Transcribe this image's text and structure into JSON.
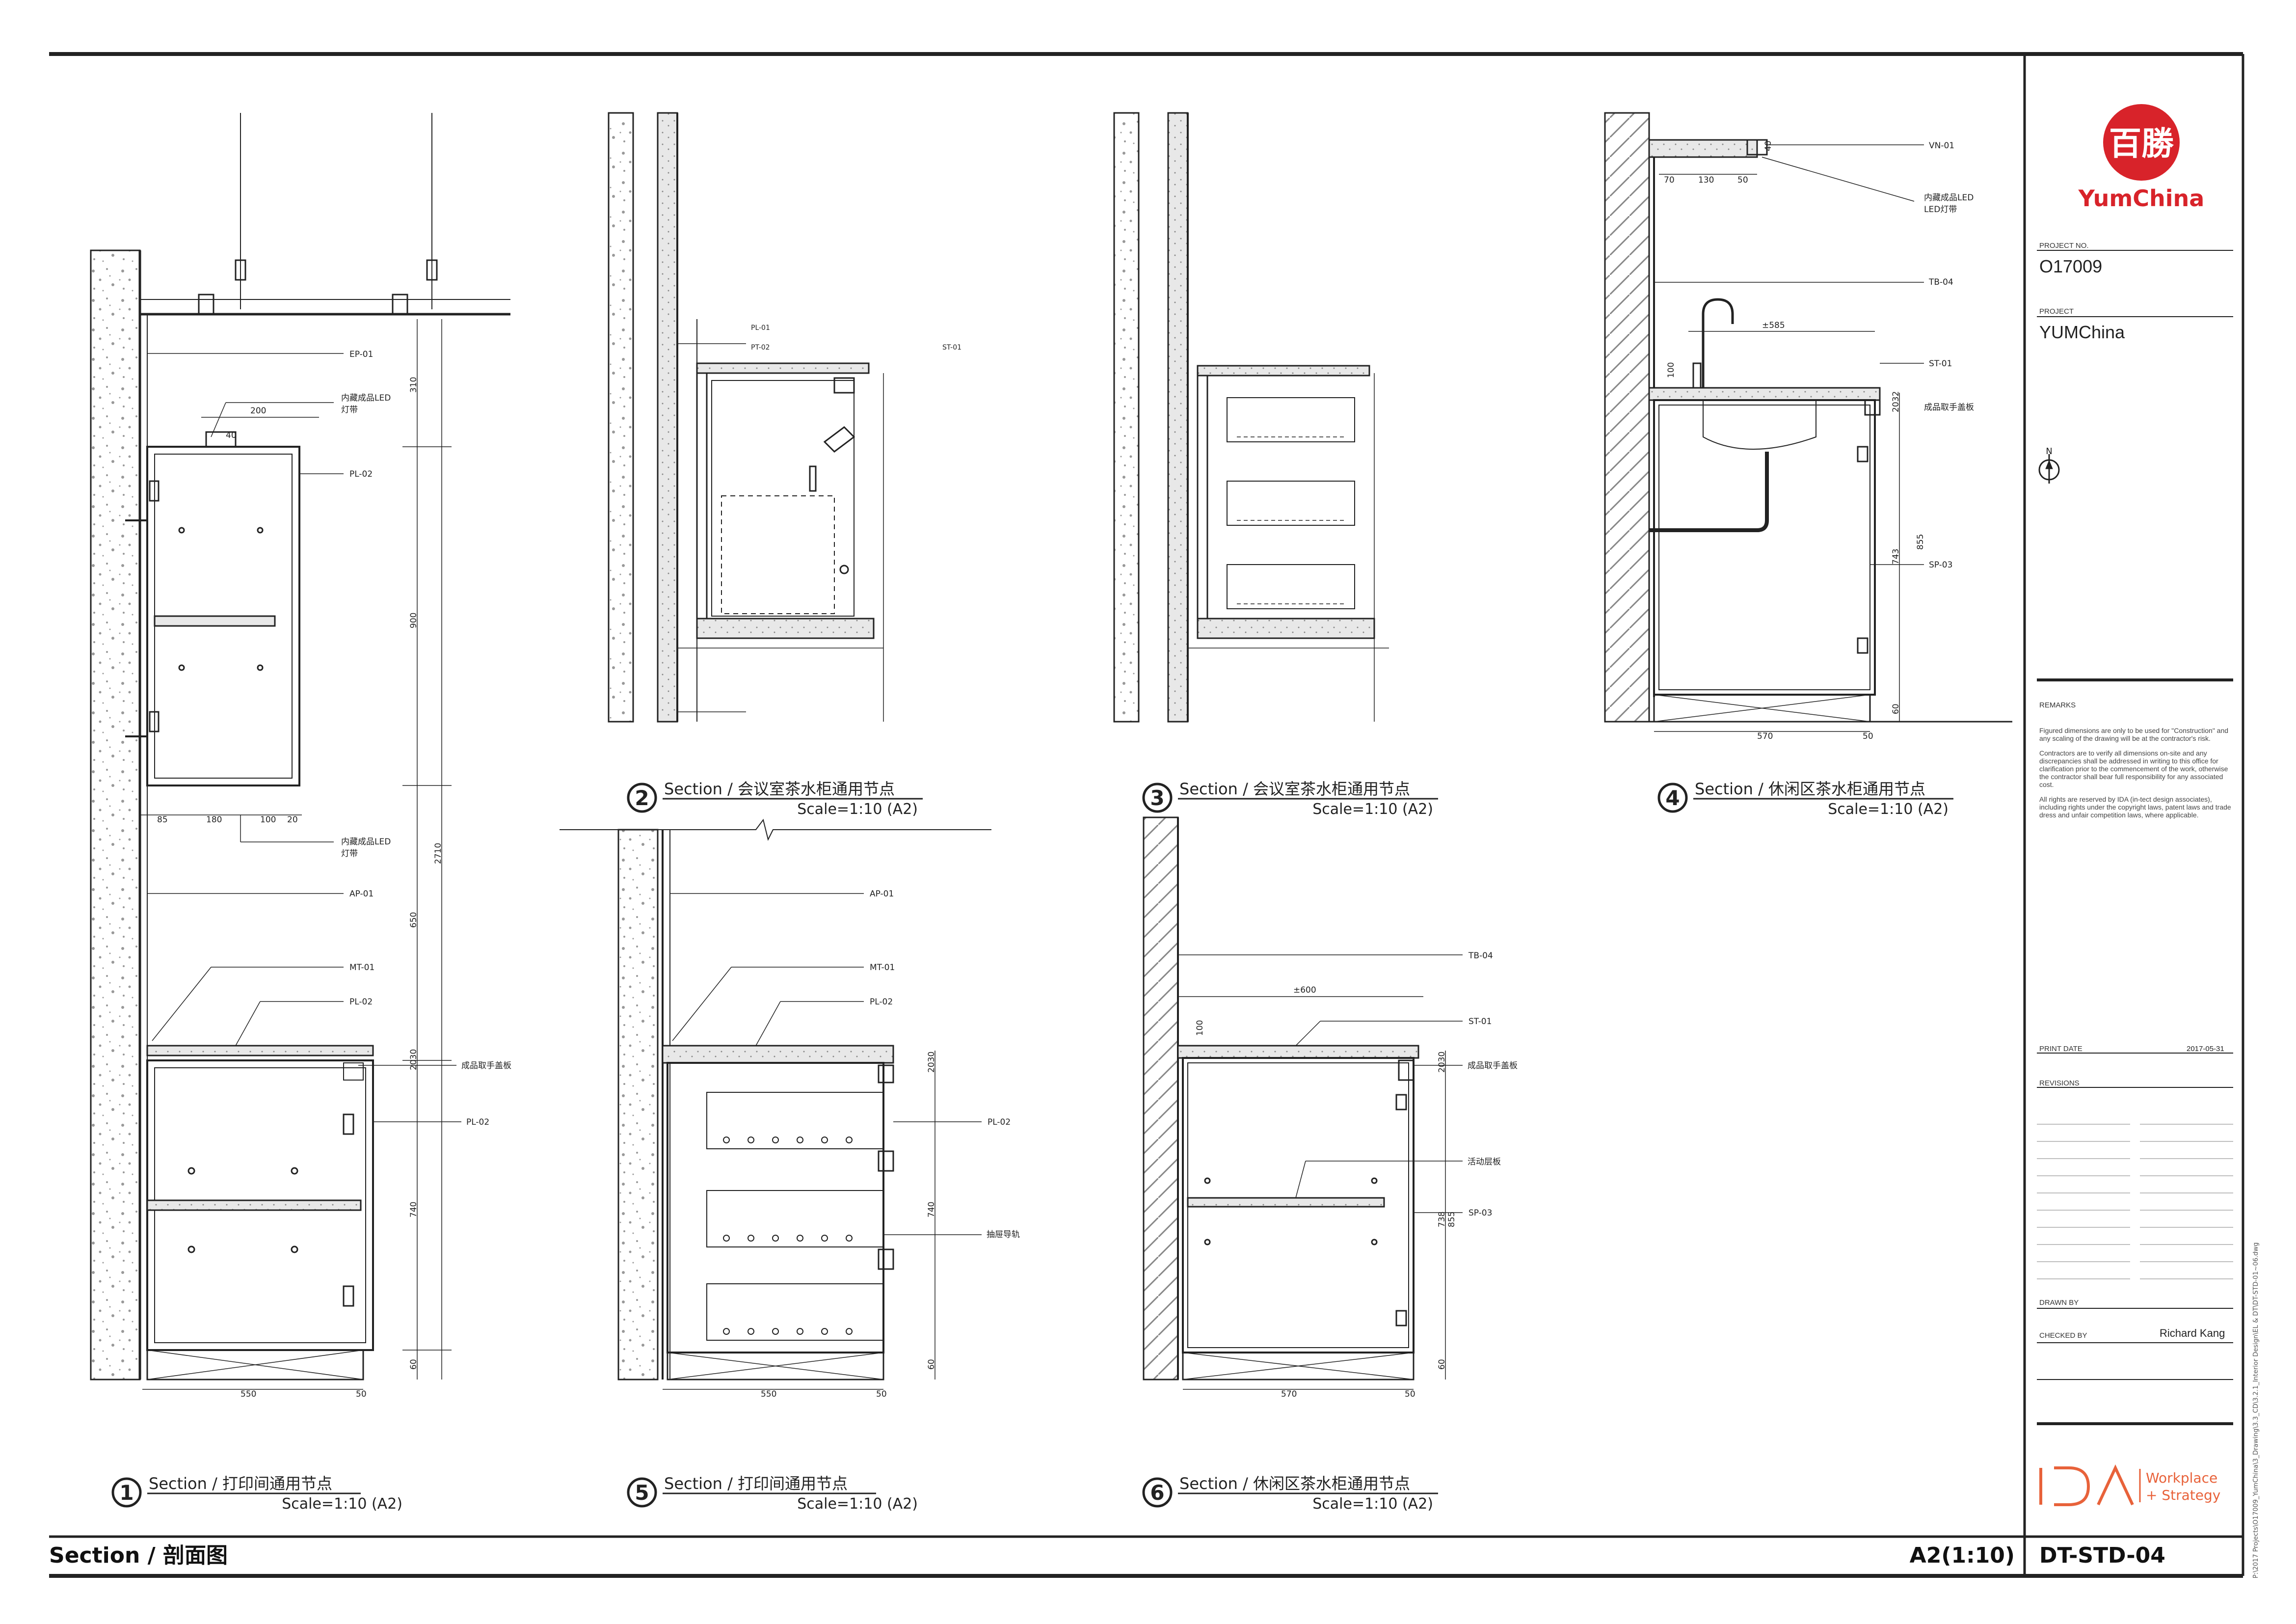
{
  "sheet": {
    "title": "Section / 剖面图",
    "scale": "A2(1:10)",
    "number": "DT-STD-04",
    "file_path": "P:\\2017 Projects\\O17009_YumChina\\3_Drawing\\3.3_CD\\3.2.1_Interior Design\\EL & DT\\DT-STD-01~06.dwg"
  },
  "title_block": {
    "client_logo_chars": "百勝",
    "client_logo_text": "YumChina",
    "project_no_label": "PROJECT NO.",
    "project_no": "O17009",
    "project_label": "PROJECT",
    "project": "YUMChina",
    "north": "N",
    "remarks_label": "REMARKS",
    "remarks": [
      "Figured dimensions are only to be used for \"Construction\" and any scaling of the drawing will be at the contractor's risk.",
      "Contractors are to verify all dimensions on-site and any discrepancies shall be addressed in writing to this office for clarification prior to the commencement of the work, otherwise the contractor shall bear full responsibility for any associated cost.",
      "All rights are reserved by IDA (in-tect design associates), including rights under the copyright laws, patent laws and trade dress and unfair competition laws, where applicable."
    ],
    "print_date_label": "PRINT DATE",
    "print_date": "2017-05-31",
    "revisions_label": "REVISIONS",
    "drawn_by_label": "DRAWN BY",
    "drawn_by": "",
    "checked_by_label": "CHECKED BY",
    "checked_by": "Richard Kang",
    "firm_logo": "IDA",
    "firm_tag_1": "Workplace",
    "firm_tag_2": "+ Strategy"
  },
  "sections": [
    {
      "no": "1",
      "title": "Section / 打印间通用节点",
      "scale": "Scale=1:10 (A2)"
    },
    {
      "no": "2",
      "title": "Section / 会议室茶水柜通用节点",
      "scale": "Scale=1:10 (A2)"
    },
    {
      "no": "3",
      "title": "Section / 会议室茶水柜通用节点",
      "scale": "Scale=1:10 (A2)"
    },
    {
      "no": "4",
      "title": "Section / 休闲区茶水柜通用节点",
      "scale": "Scale=1:10 (A2)"
    },
    {
      "no": "5",
      "title": "Section / 打印间通用节点",
      "scale": "Scale=1:10 (A2)"
    },
    {
      "no": "6",
      "title": "Section / 休闲区茶水柜通用节点",
      "scale": "Scale=1:10 (A2)"
    }
  ],
  "tags": {
    "ep01": "EP-01",
    "pl02": "PL-02",
    "ap01": "AP-01",
    "mt01": "MT-01",
    "vn01": "VN-01",
    "tb04": "TB-04",
    "st01": "ST-01",
    "sp03": "SP-03"
  },
  "notes": {
    "led_strip": "内藏成品LED灯带",
    "led_strip_a": "内藏成品LED",
    "led_strip_b": "灯带",
    "led_strip_c": "LED灯带",
    "handle_cover": "成品取手盖板",
    "drawer_rail": "抽屉导轨",
    "movable_shelf": "活动层板"
  },
  "dims": {
    "s1": {
      "d200": "200",
      "d40": "40",
      "d310": "310",
      "d900": "900",
      "d650": "650",
      "d2710": "2710",
      "d2030": "2030",
      "d740": "740",
      "d60": "60",
      "d85": "85",
      "d180": "180",
      "d100": "100",
      "d20": "20",
      "d550": "550",
      "d50": "50"
    },
    "s4": {
      "d70": "70",
      "d130": "130",
      "d50": "50",
      "d40": "40",
      "d585": "±585",
      "d100": "100",
      "d2032": "2032",
      "d743": "743",
      "d855": "855",
      "d60": "60",
      "d570": "570",
      "d50b": "50"
    },
    "s5": {
      "d2030": "2030",
      "d740": "740",
      "d60": "60",
      "d550": "550",
      "d50": "50"
    },
    "s6": {
      "d600": "±600",
      "d100": "100",
      "d2030": "2030",
      "d738": "738",
      "d855": "855",
      "d60": "60",
      "d570": "570",
      "d50": "50"
    }
  }
}
